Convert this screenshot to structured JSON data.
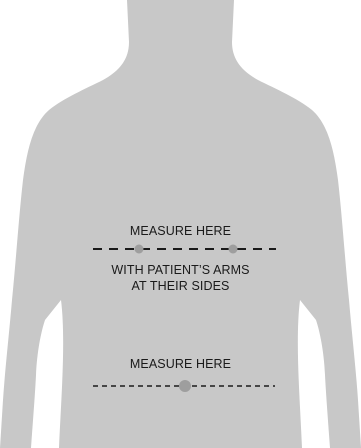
{
  "labels": {
    "upper_measure": "MEASURE HERE",
    "upper_note_line1": "WITH PATIENT’S ARMS",
    "upper_note_line2": "AT THEIR SIDES",
    "lower_measure": "MEASURE HERE"
  },
  "colors": {
    "background": "#ffffff",
    "silhouette": "#c8c8c8",
    "dashed_line": "#1a1a1a",
    "marker_dot": "#9e9e9e",
    "text": "#1a1a1a"
  }
}
